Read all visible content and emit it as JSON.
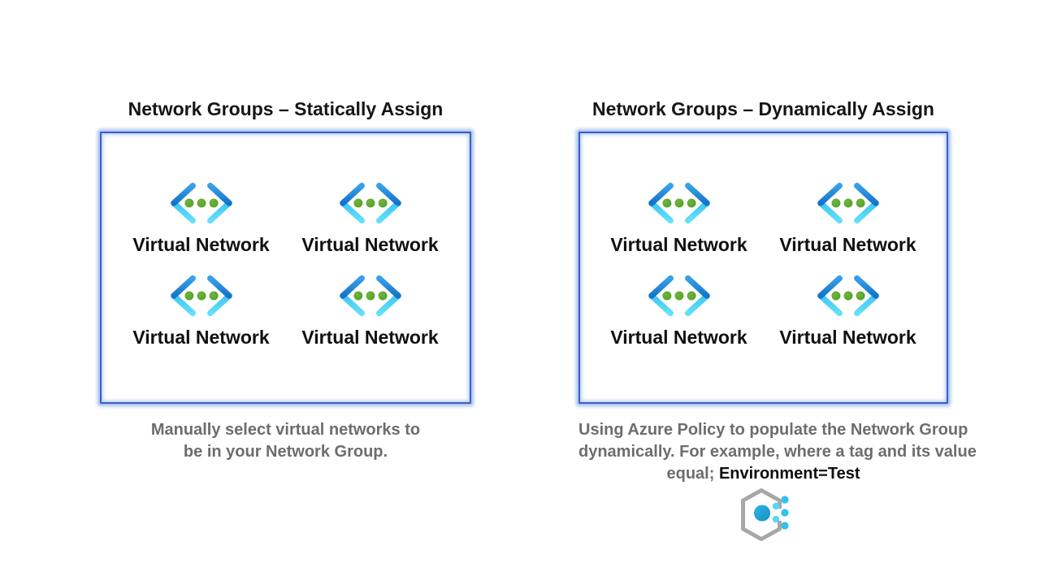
{
  "panels": [
    {
      "title": "Network Groups – Statically Assign",
      "items": [
        "Virtual Network",
        "Virtual Network",
        "Virtual Network",
        "Virtual Network"
      ],
      "caption": {
        "lines": [
          "Manually select virtual networks to",
          "be in your Network Group."
        ]
      }
    },
    {
      "title": "Network Groups – Dynamically Assign",
      "items": [
        "Virtual Network",
        "Virtual Network",
        "Virtual Network",
        "Virtual Network"
      ],
      "caption": {
        "lines": [
          "Using Azure Policy to populate the Network Group",
          "dynamically. For example, where a tag and its value"
        ],
        "last_line_prefix": "equal; ",
        "highlight": "Environment=Test"
      }
    }
  ],
  "icons": {
    "virtual_network": "azure-virtual-network-icon",
    "azure_policy": "azure-policy-icon"
  },
  "colors": {
    "background": "#ffffff",
    "box_border_blue": "#3a5ec6",
    "box_glow_blue": "#97b4f1",
    "vnet_chevron_blue": "#2484dc",
    "vnet_chevron_cyan": "#54d5f6",
    "vnet_dot_green": "#5ca62f",
    "title_text": "#161616",
    "label_text": "#101010",
    "caption_gray": "#6d6d6d",
    "highlight_black": "#0d0d0d",
    "policy_hex_gray": "#a7a7a7",
    "policy_circle_blue": "#1e9fd4",
    "policy_dot_cyan": "#3fc9ee"
  }
}
